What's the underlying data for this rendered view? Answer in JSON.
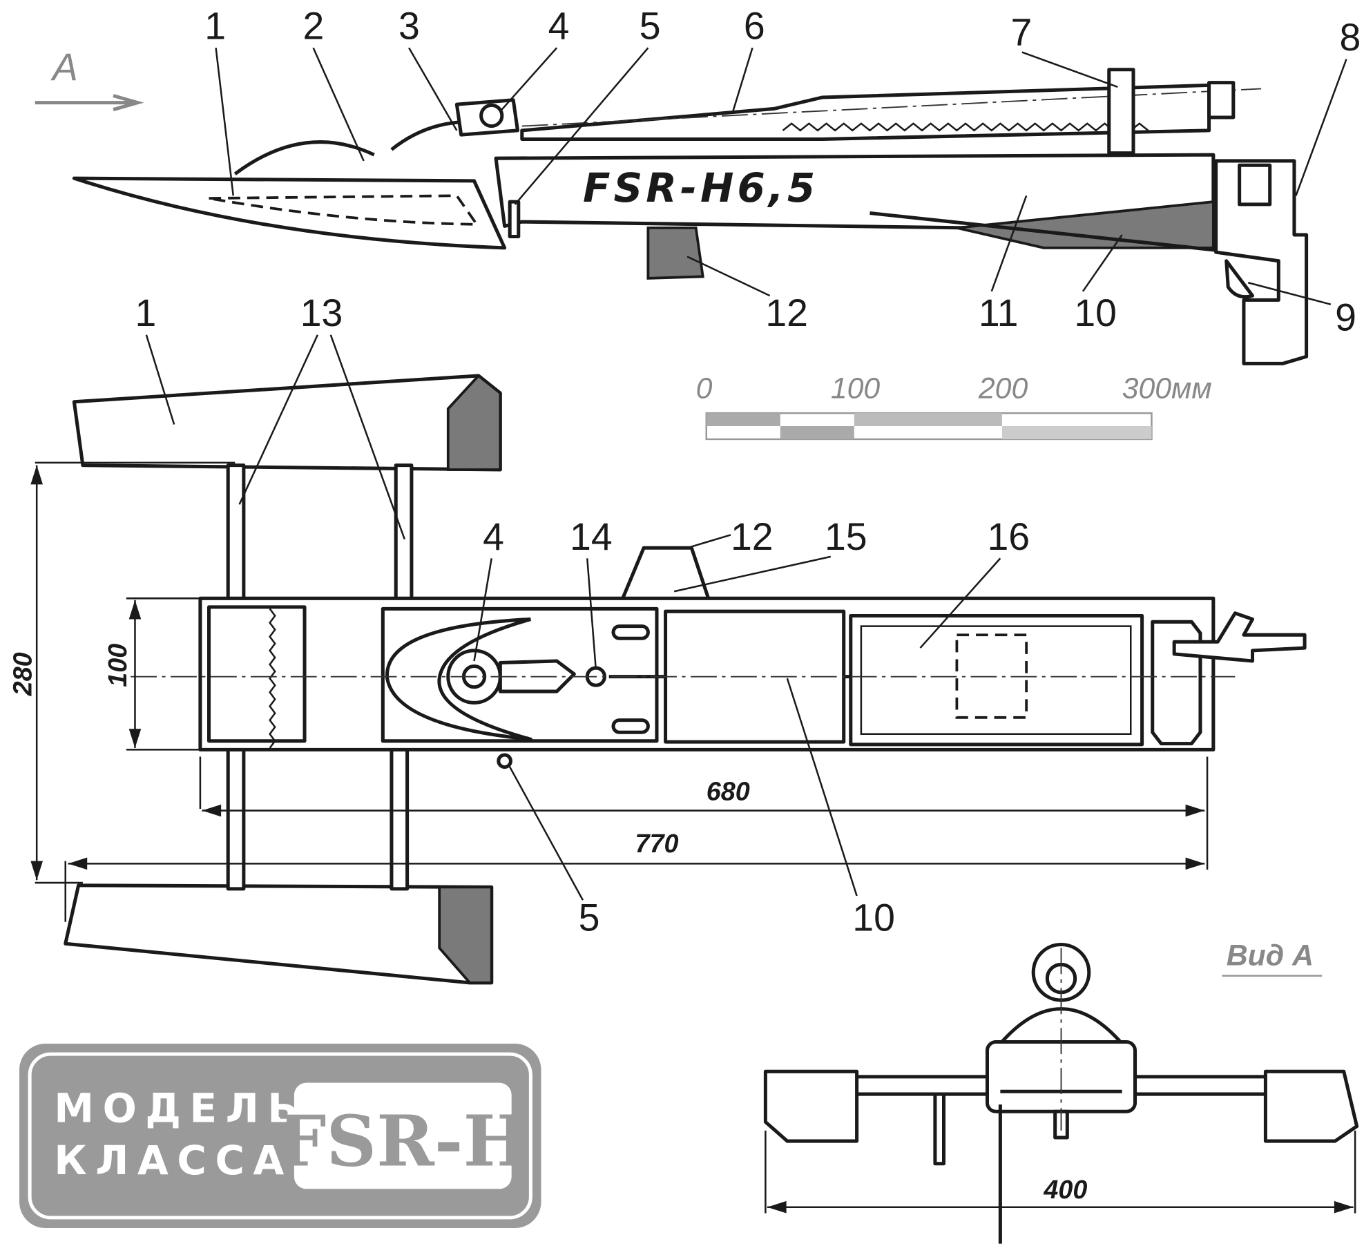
{
  "title": "FSR-H6,5 model hydroplane drawing",
  "side_view": {
    "hull_name": "FSR-H6,5",
    "arrow_label": "А",
    "callouts": [
      "1",
      "2",
      "3",
      "4",
      "5",
      "6",
      "7",
      "8",
      "9",
      "10",
      "11",
      "12"
    ]
  },
  "scale_bar": {
    "ticks": [
      "0",
      "100",
      "200",
      "300мм"
    ]
  },
  "top_view": {
    "callouts": [
      "1",
      "13",
      "4",
      "14",
      "12",
      "15",
      "16",
      "10",
      "5"
    ],
    "dimensions": {
      "width_total": "280",
      "hull_width": "100",
      "hull_length": "680",
      "total_length": "770"
    }
  },
  "front_view": {
    "title": "Вид А",
    "dimension": "400"
  },
  "plate": {
    "line1": "МОДЕЛЬ",
    "line2": "КЛАССА",
    "class": "FSR-H"
  }
}
